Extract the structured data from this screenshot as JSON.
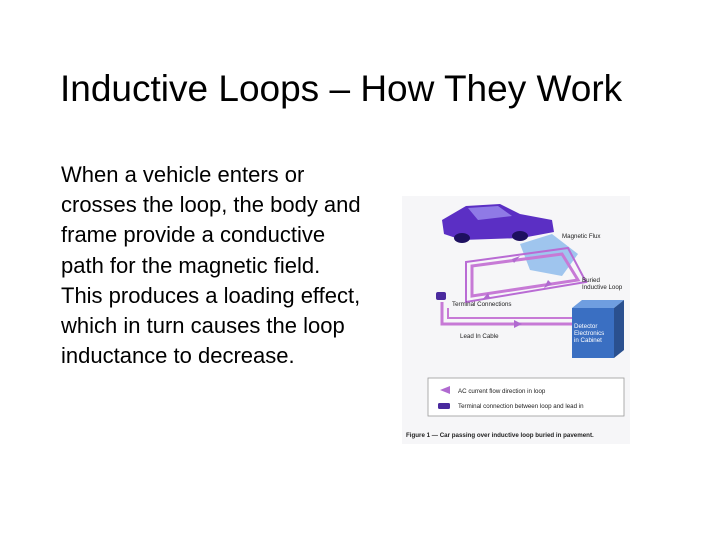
{
  "slide": {
    "title": "Inductive Loops – How They Work",
    "body": "When a vehicle enters or crosses the loop, the body and frame provide a conductive path for the magnetic field. This produces a loading effect, which in turn causes the loop inductance to decrease."
  },
  "figure": {
    "labels": {
      "magnetic_flux": "Magnetic Flux",
      "buried_loop_line1": "Buried",
      "buried_loop_line2": "Inductive Loop",
      "terminal_connections": "Terminal Connections",
      "lead_in_cable": "Lead In Cable",
      "detector_line1": "Detector",
      "detector_line2": "Electronics",
      "detector_line3": "in Cabinet"
    },
    "legend": {
      "ac_flow": "AC current flow direction in loop",
      "terminal": "Terminal connection between loop and lead in"
    },
    "caption": "Figure 1 — Car passing over inductive loop buried in pavement.",
    "colors": {
      "car": "#5b2fc4",
      "loop": "#c77ad6",
      "arrow": "#b06ad0",
      "flux": "#7fb0e6",
      "cabinet": "#3a6fc2"
    }
  }
}
